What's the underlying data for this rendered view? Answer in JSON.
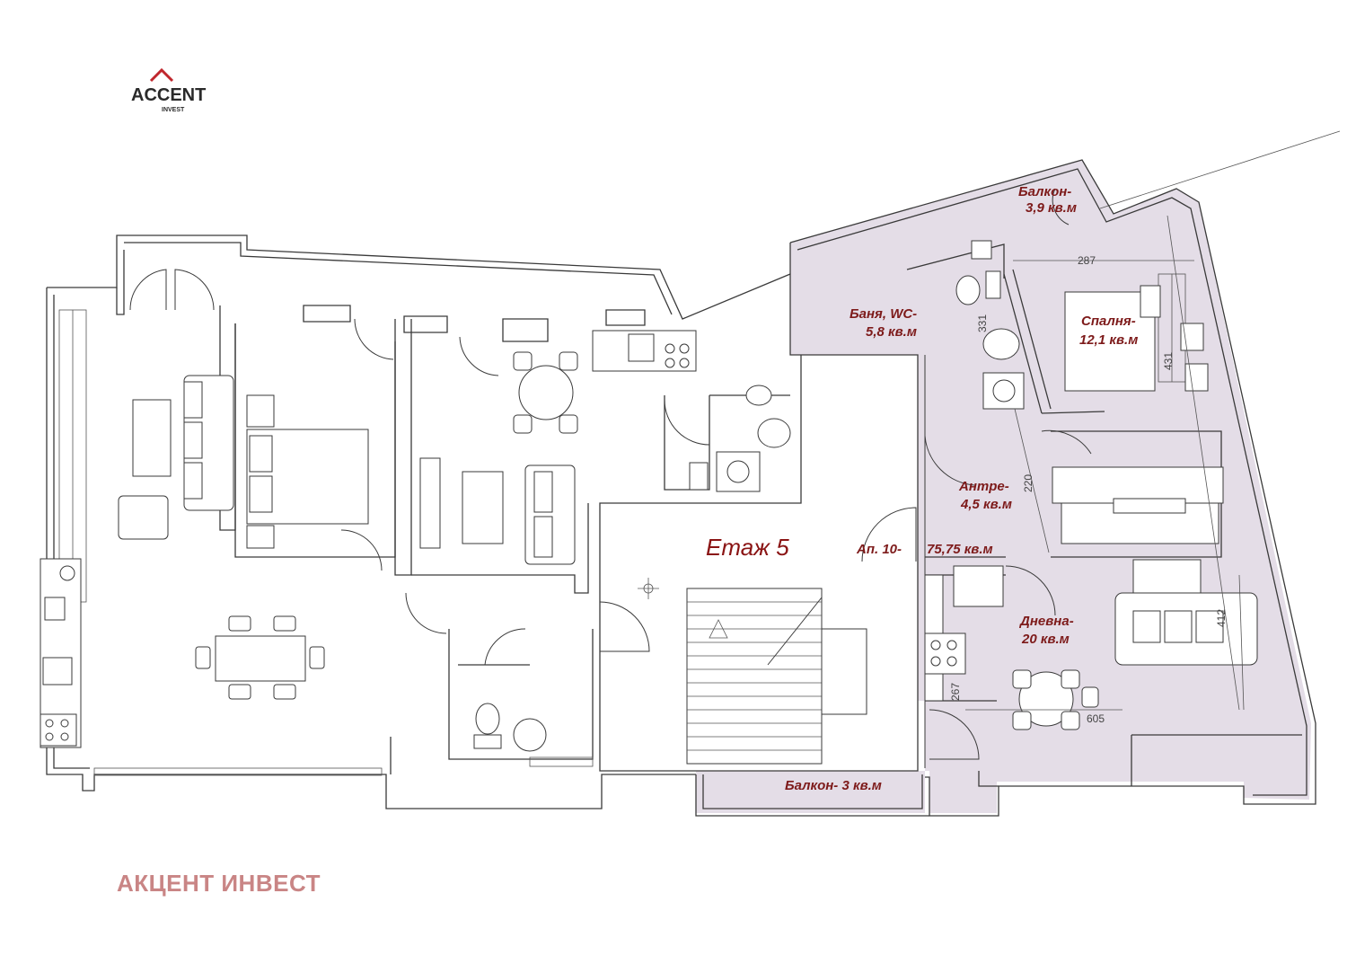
{
  "logo": {
    "text": "ACCENT",
    "subtext": "INVEST",
    "accent_color": "#c0272d"
  },
  "brand_caption": "АКЦЕНТ ИНВЕСТ",
  "floor_label": "Етаж 5",
  "highlight_color": "#e4dde7",
  "apartment": {
    "label_prefix": "Ап. 10-",
    "label_area": "75,75 кв.м"
  },
  "rooms": {
    "balcony_top_name": "Балкон-",
    "balcony_top_area": "3,9 кв.м",
    "bath_name": "Баня,  WC-",
    "bath_area": "5,8 кв.м",
    "bedroom_name": "Спалня-",
    "bedroom_area": "12,1 кв.м",
    "hall_name": "Антре-",
    "hall_area": "4,5 кв.м",
    "living_name": "Дневна-",
    "living_area": "20 кв.м",
    "balcony_bottom": "Балкон- 3 кв.м"
  },
  "dimensions": {
    "d287": "287",
    "d331": "331",
    "d431": "431",
    "d220": "220",
    "d412": "412",
    "d267": "267",
    "d605": "605"
  },
  "icons": {
    "logo_roof": "roof-icon",
    "center_mark": "crosshair-icon"
  }
}
